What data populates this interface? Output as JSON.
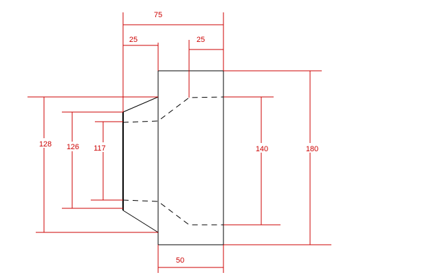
{
  "colors": {
    "background": "#ffffff",
    "outline": "#000000",
    "dimension": "#cc0000"
  },
  "dimensions": {
    "top_overall": "75",
    "top_left_offset": "25",
    "top_right_offset": "25",
    "left_outer_height": "128",
    "left_middle_height": "126",
    "left_inner_height": "117",
    "right_inner_height": "140",
    "right_outer_height": "180",
    "bottom_width": "50"
  }
}
